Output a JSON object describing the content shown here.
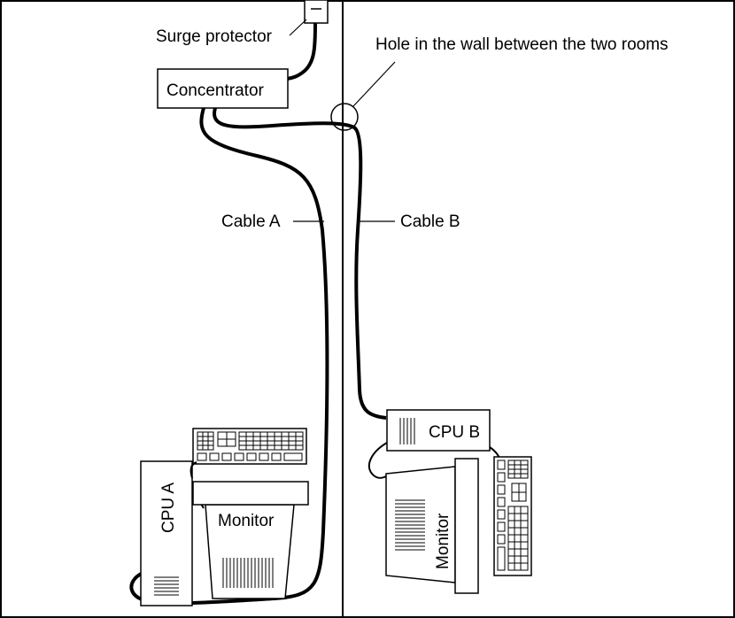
{
  "labels": {
    "surge_protector": "Surge protector",
    "concentrator": "Concentrator",
    "hole": "Hole in the wall between the two rooms",
    "cable_a": "Cable A",
    "cable_b": "Cable B",
    "cpu_a": "CPU A",
    "cpu_b": "CPU B",
    "monitor_a": "Monitor",
    "monitor_b": "Monitor"
  },
  "colors": {
    "ink": "#000000",
    "paper": "#ffffff"
  }
}
